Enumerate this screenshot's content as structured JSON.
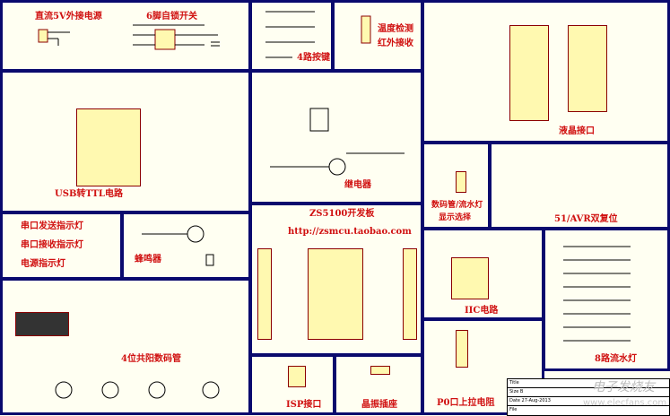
{
  "sections": {
    "dc_power": "直流5V外接电源",
    "latch_switch": "6脚自锁开关",
    "keys": "4路按键",
    "temp_ir": [
      "温度检测",
      "红外接收"
    ],
    "lcd": "液晶接口",
    "usb_ttl": "USB转TTL电路",
    "relay": "继电器",
    "display_select": [
      "数码管/流水灯",
      "显示选择"
    ],
    "reset": "51/AVR双复位",
    "tx_led": "串口发送指示灯",
    "rx_led": "串口接收指示灯",
    "power_led": "电源指示灯",
    "buzzer": "蜂鸣器",
    "board_title": "ZS5100开发板",
    "board_url": "http://zsmcu.taobao.com",
    "iic": "IIC电路",
    "seg7": "4位共阳数码管",
    "isp": "ISP接口",
    "crystal": "晶振插座",
    "p0_pullup": "P0口上拉电阻",
    "led8": "8路流水灯"
  },
  "title_block": {
    "rows": [
      "Title",
      "Size  B",
      "Date  27-Aug-2013",
      "File"
    ],
    "watermark": "电子发烧友",
    "watermark_url": "www.elecfans.com"
  },
  "colors": {
    "border": "#0a0a6e",
    "label": "#d01010",
    "background": "#fffff2"
  }
}
